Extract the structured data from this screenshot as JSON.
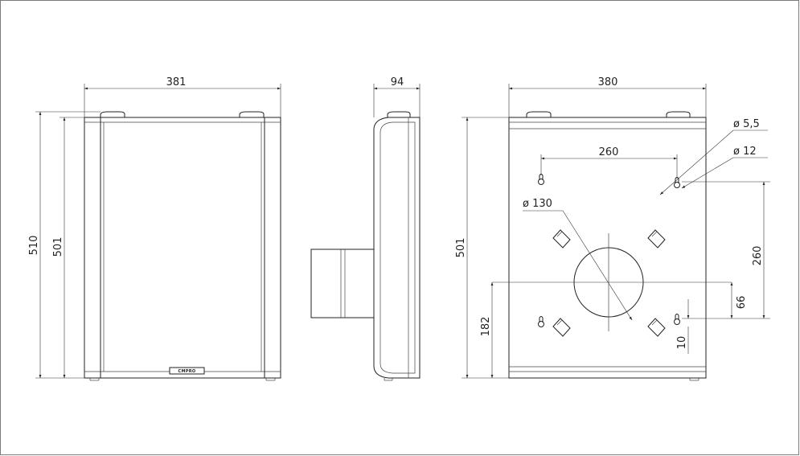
{
  "front_view": {
    "dim_width": "381",
    "dim_height_total": "510",
    "dim_height_body": "501",
    "brand": "CMPRO"
  },
  "side_view": {
    "dim_depth": "94"
  },
  "rear_view": {
    "dim_width": "380",
    "dim_height": "501",
    "dim_screw_diameter": "ø 5,5",
    "dim_keyhole_diameter": "ø 12",
    "dim_hole_spacing_h": "260",
    "dim_port_diameter": "ø 130",
    "dim_hole_spacing_v": "260",
    "dim_port_height": "182",
    "dim_lower_offset": "66",
    "dim_keyhole_offset": "10"
  },
  "colors": {
    "line": "#222222",
    "background": "#ffffff"
  }
}
